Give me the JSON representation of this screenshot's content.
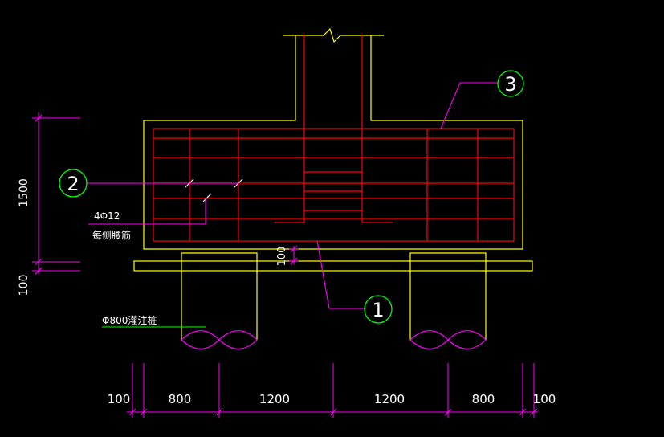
{
  "drawing": {
    "callouts": [
      {
        "id": "1",
        "label": "1"
      },
      {
        "id": "2",
        "label": "2"
      },
      {
        "id": "3",
        "label": "3"
      }
    ],
    "annotations": {
      "rebar_spec": "4Φ12",
      "rebar_note": "每侧腰筋",
      "pile_note": "Φ800灌注桩",
      "cover_dim": "100"
    },
    "dims_vertical": {
      "height": "1500",
      "bottom": "100"
    },
    "dims_horizontal": [
      "100",
      "800",
      "1200",
      "1200",
      "800",
      "100"
    ],
    "colors": {
      "outline": "#ffff00",
      "rebar": "#ff0000",
      "dimension": "#ff00ff",
      "callout_circle": "#00ff00",
      "leader_green": "#00ff00",
      "text": "#ffffff"
    }
  }
}
